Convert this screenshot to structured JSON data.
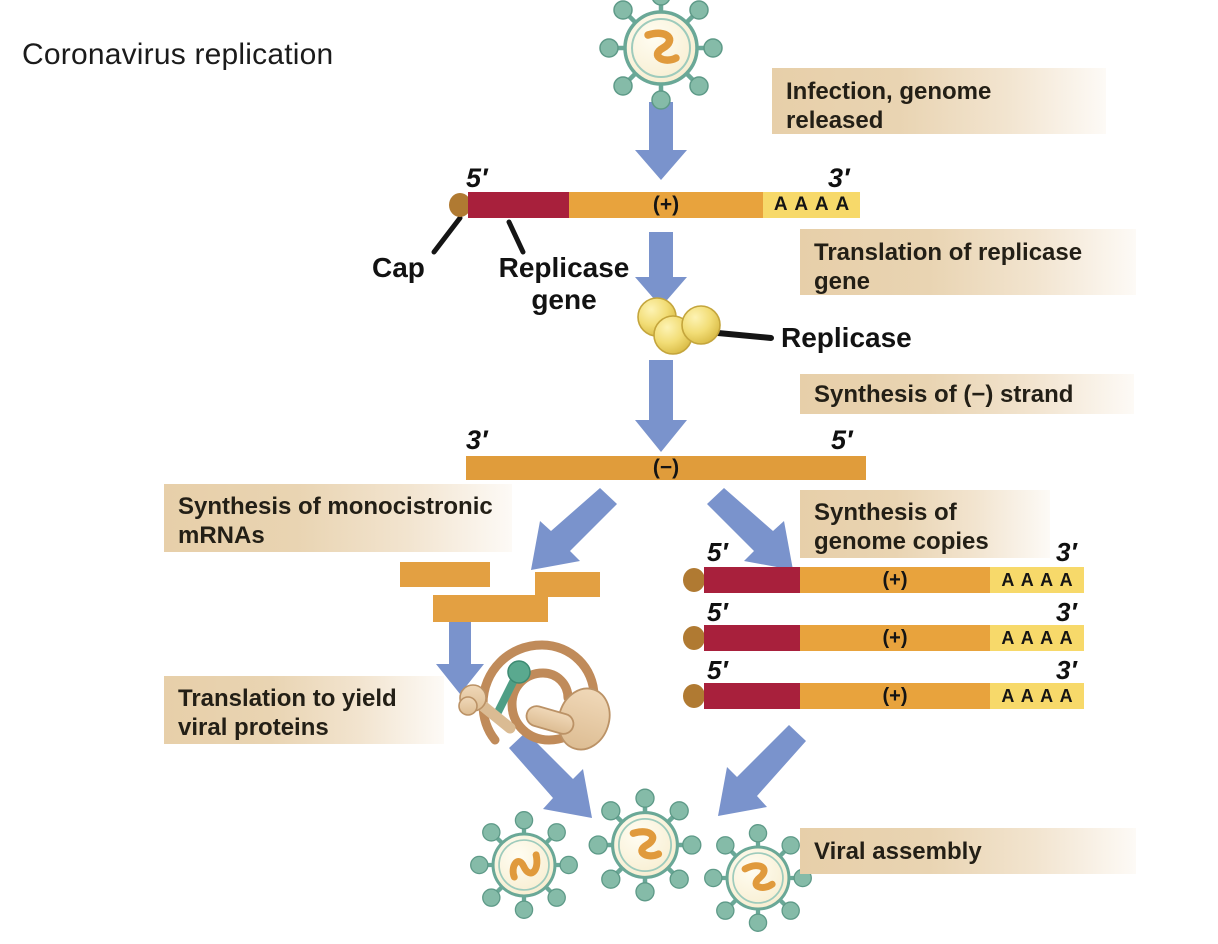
{
  "title": "Coronavirus replication",
  "colors": {
    "arrow": "#7a93cc",
    "replicase_gene": "#a8203c",
    "plus_strand": "#e8a33d",
    "minus_strand": "#e09c3b",
    "poly_a": "#f7d96a",
    "cap": "#b07a32",
    "virion_envelope": "#6aa897",
    "virion_interior": "#fcf4dd",
    "genome_squiggle": "#e09a3c",
    "replicase_protein": "#f2dd76",
    "caption_box": "#e7cfa9",
    "spike_protein": "#4f9e85",
    "nucleocapsid": "#c08b5a"
  },
  "captions": {
    "infection": "Infection, genome released",
    "translation_replicase": "Translation of replicase gene",
    "synthesis_minus": "Synthesis of (−) strand",
    "synthesis_mrna": "Synthesis of monocistronic mRNAs",
    "synthesis_genome": "Synthesis of genome copies",
    "translation_proteins": "Translation to yield viral proteins",
    "viral_assembly": "Viral assembly"
  },
  "leader_labels": {
    "cap": "Cap",
    "replicase_gene": "Replicase gene",
    "replicase_protein": "Replicase"
  },
  "genome": {
    "five_prime": "5′",
    "three_prime": "3′",
    "plus_label": "(+)",
    "minus_label": "(−)",
    "poly_a_bases": [
      "A",
      "A",
      "A",
      "A"
    ]
  },
  "genome_copies": [
    {
      "five_prime": "5′",
      "three_prime": "3′",
      "strand_label": "(+)",
      "poly_a": [
        "A",
        "A",
        "A",
        "A"
      ]
    },
    {
      "five_prime": "5′",
      "three_prime": "3′",
      "strand_label": "(+)",
      "poly_a": [
        "A",
        "A",
        "A",
        "A"
      ]
    },
    {
      "five_prime": "5′",
      "three_prime": "3′",
      "strand_label": "(+)",
      "poly_a": [
        "A",
        "A",
        "A",
        "A"
      ]
    }
  ],
  "mrnas": [
    {
      "name": "mrna-1"
    },
    {
      "name": "mrna-2"
    },
    {
      "name": "mrna-3"
    }
  ],
  "virions": {
    "top": {
      "name": "input-virion"
    },
    "bottom": [
      {
        "name": "progeny-virion-1"
      },
      {
        "name": "progeny-virion-2"
      },
      {
        "name": "progeny-virion-3"
      }
    ]
  },
  "viral_proteins": [
    {
      "name": "nucleocapsid-spiral"
    },
    {
      "name": "spike-protein"
    },
    {
      "name": "membrane-protein"
    },
    {
      "name": "envelope-protein"
    }
  ]
}
